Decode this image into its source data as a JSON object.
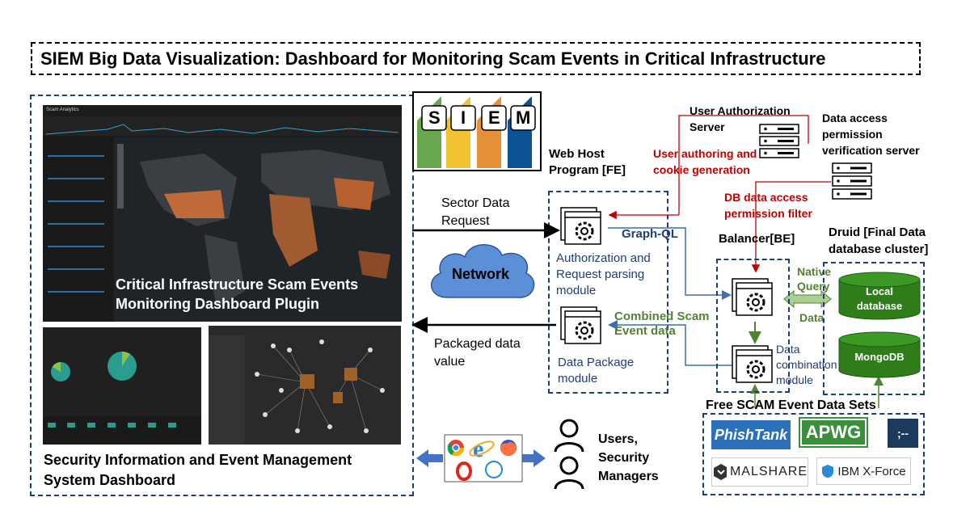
{
  "title": "SIEM Big Data Visualization: Dashboard for Monitoring Scam Events in Critical Infrastructure",
  "left_panel": {
    "map_overlay_line1": "Critical Infrastructure Scam Events",
    "map_overlay_line2": "Monitoring Dashboard Plugin",
    "caption_line1": "Security Information and Event Management",
    "caption_line2": "System Dashboard",
    "dashboard_header": "Scam Analytics"
  },
  "siem_logo": {
    "letters": [
      "S",
      "I",
      "E",
      "M"
    ],
    "colors": [
      "#6aa84f",
      "#f1c232",
      "#e69138",
      "#cc0000"
    ]
  },
  "web_host": {
    "title_line1": "Web Host",
    "title_line2": "Program [FE]"
  },
  "sector_request": {
    "line1": "Sector Data",
    "line2": "Request"
  },
  "packaged_value": {
    "line1": "Packaged data",
    "line2": "value"
  },
  "network_label": "Network",
  "auth_module": {
    "line1": "Authorization and",
    "line2": "Request parsing",
    "line3": "module"
  },
  "package_module": {
    "line1": "Data Package",
    "line2": "module"
  },
  "graph_ql": "Graph-QL",
  "combined": {
    "line1": "Combined Scam",
    "line2": "Event data"
  },
  "user_auth_server": {
    "line1": "User Authorization",
    "line2": "Server"
  },
  "user_auth_flow": {
    "line1": "User authoring and",
    "line2": "cookie generation"
  },
  "perm_server": {
    "line1": "Data access",
    "line2": "permission",
    "line3": "verification server"
  },
  "perm_filter": {
    "line1": "DB data access",
    "line2": "permission filter"
  },
  "balancer": "Balancer[BE]",
  "native_query": {
    "line1": "Native",
    "line2": "Query"
  },
  "data_label": "Data",
  "combination_module": {
    "line1": "Data",
    "line2": "combination",
    "line3": "module"
  },
  "druid": {
    "line1": "Druid [Final Data",
    "line2": "database cluster]"
  },
  "local_db": {
    "line1": "Local",
    "line2": "database"
  },
  "mongodb": "MongoDB",
  "free_sets": "Free SCAM Event Data Sets",
  "sources": [
    "PhishTank",
    "APWG",
    ";--",
    "MALSHARE",
    "IBM X-Force"
  ],
  "users": {
    "line1": "Users,",
    "line2": "Security",
    "line3": "Managers"
  },
  "colors": {
    "dark_blue": "#1f3d7a",
    "red": "#c00000",
    "green": "#548235",
    "network": "#5b8fd6",
    "db_green": "#2e7d1a"
  }
}
